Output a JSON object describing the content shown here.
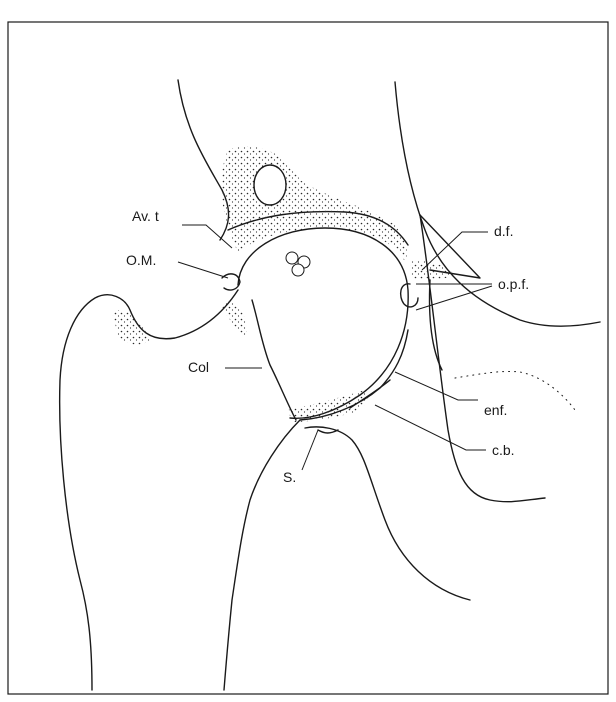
{
  "labels": {
    "avt": "Av. t",
    "om": "O.M.",
    "col": "Col",
    "s": "S.",
    "df": "d.f.",
    "opf": "o.p.f.",
    "enf": "enf.",
    "cb": "c.b."
  },
  "colors": {
    "line": "#1a1a1a",
    "background": "#ffffff",
    "stipple": "#2a2a2a"
  }
}
